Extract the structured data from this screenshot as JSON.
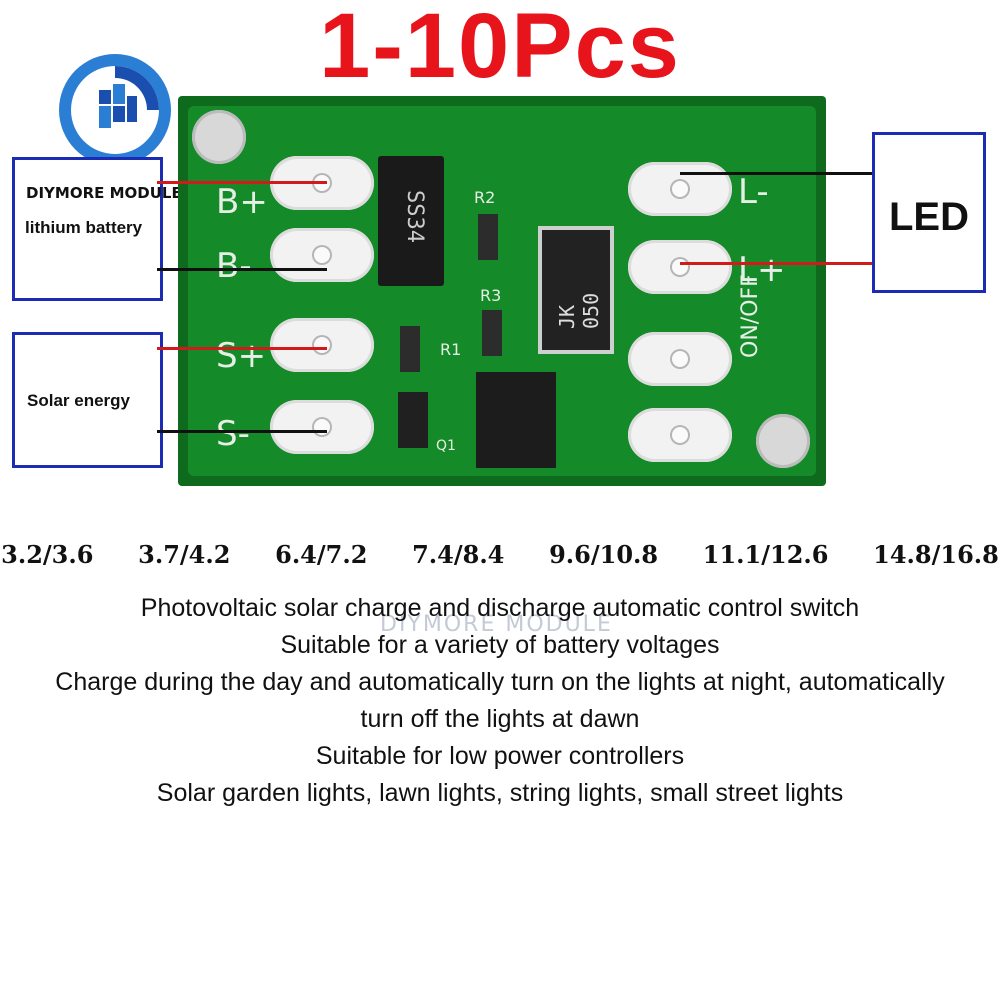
{
  "title": "1-10Pcs",
  "brand": "DIYMORE MODULE",
  "labels": {
    "battery": "lithium battery",
    "solar": "Solar energy",
    "led": "LED"
  },
  "board": {
    "pins_left": [
      "B+",
      "B-",
      "S+",
      "S-"
    ],
    "pins_right": [
      "L-",
      "L+"
    ],
    "switch_label": "ON/OFF",
    "diode": "SS34",
    "resistor_main": "JK 050",
    "r2": "R2",
    "r3": "R3",
    "r1": "R1",
    "q1": "Q1"
  },
  "voltages": "3.2/3.6  3.7/4.2  6.4/7.2  7.4/8.4  9.6/10.8  11.1/12.6  14.8/16.8",
  "watermark": "DIYMORE MODULE",
  "description": [
    "Photovoltaic solar charge and discharge automatic control switch",
    "Suitable for a variety of battery voltages",
    "Charge during the day and automatically turn on the lights at night, automatically",
    "turn off the lights at dawn",
    "Suitable for low power controllers",
    "Solar garden lights, lawn lights, string lights, small street lights"
  ],
  "colors": {
    "title": "#e8141c",
    "box_border": "#1b2bb4",
    "pcb": "#148a28",
    "wire_red": "#d11a1a",
    "wire_black": "#111111"
  }
}
